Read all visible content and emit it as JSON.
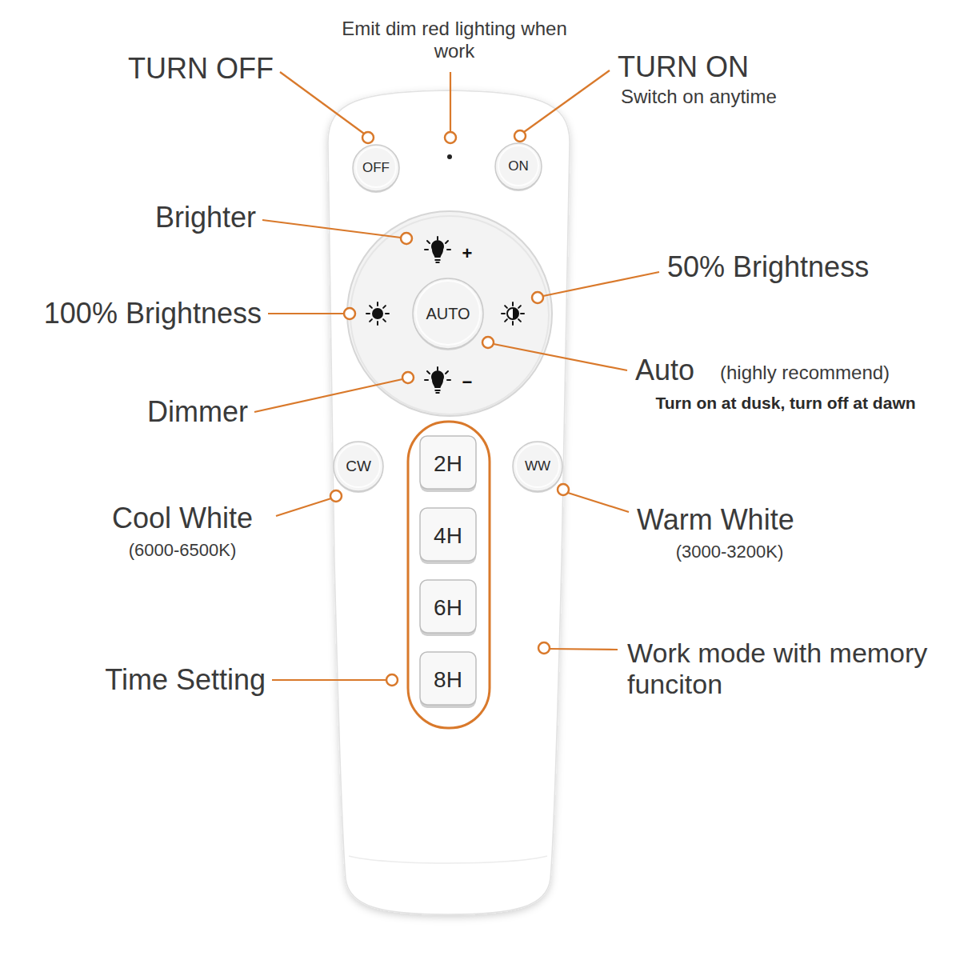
{
  "diagram": {
    "nodes": [
      {
        "text": [
          "OFF"
        ]
      },
      {
        "text": [
          "ON"
        ]
      },
      {
        "text": [
          "AUTO"
        ]
      },
      {
        "text": [
          "CW"
        ]
      },
      {
        "text": [
          "2H"
        ]
      },
      {
        "text": [
          "WW"
        ]
      },
      {
        "text": [
          "4H"
        ]
      },
      {
        "text": [
          "6H"
        ]
      },
      {
        "text": [
          "8H"
        ]
      }
    ],
    "labels": [
      "Emit dim red lighting when work",
      "TURN OFF",
      "TURN ON",
      "Switch on anytime",
      "Brighter",
      "+",
      "50% Brightness",
      "100% Brightness",
      "Auto",
      "(highly recommend)",
      "Turn on at dusk, turn off at dawn",
      "Dimmer",
      "−",
      "Cool White",
      "(6000-6500K)",
      "Warm White",
      "(3000-3200K)",
      "Time Setting",
      "Work mode with memory funciton"
    ]
  }
}
